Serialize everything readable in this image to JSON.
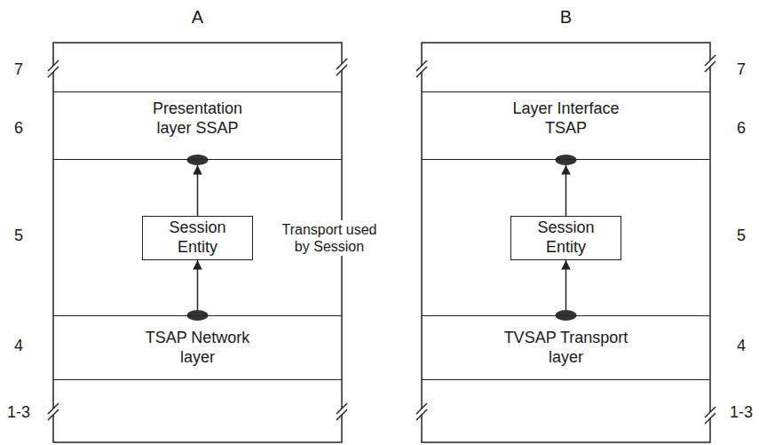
{
  "diagram": {
    "nodes": [
      {
        "text": [
          "A"
        ]
      },
      {
        "text": [
          "Presentation layer SSAP"
        ],
        "in": 0
      },
      {
        "text": [
          "Session Entity"
        ],
        "in": 0
      },
      {
        "text": [
          "TSAP Network layer"
        ],
        "in": 0
      },
      {
        "text": [
          "B"
        ]
      },
      {
        "text": [
          "Layer Interface TSAP"
        ],
        "in": 4
      },
      {
        "text": [
          "Session Entity"
        ],
        "in": 4
      },
      {
        "text": [
          "TVSAP Transport layer"
        ],
        "in": 4
      }
    ],
    "edges": [
      {
        "from": 2,
        "to": 1,
        "arrow": "to"
      },
      {
        "from": 3,
        "to": 2,
        "arrow": "to"
      },
      {
        "from": 6,
        "to": 5,
        "arrow": "to"
      },
      {
        "from": 7,
        "to": 6,
        "arrow": "to"
      }
    ],
    "labels": [
      "7",
      "6",
      "5",
      "4",
      "1-3",
      "Transport used by Session",
      "7",
      "6",
      "5",
      "4",
      "1-3"
    ]
  }
}
